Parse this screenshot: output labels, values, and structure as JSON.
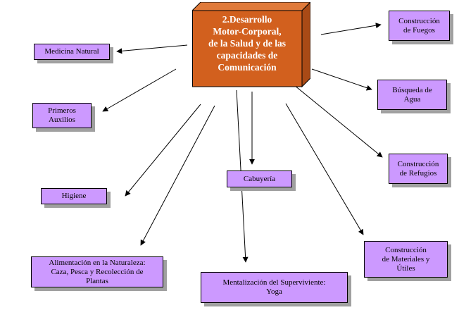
{
  "colors": {
    "center_front": "#d2601e",
    "center_top": "#e07a3a",
    "center_side": "#a94a16",
    "node_fill": "#cc99ff",
    "node_shadow": "#a0a0a0"
  },
  "center": {
    "title": "2.Desarrollo\nMotor-Corporal,\nde la Salud y de las\ncapacidades de\nComunicación"
  },
  "nodes": {
    "medicina": "Medicina Natural",
    "primeros": "Primeros\nAuxilios",
    "higiene": "Higiene",
    "alimentacion": "Alimentación en la Naturaleza:\nCaza, Pesca y Recolección de\nPlantas",
    "mentalizacion": "Mentalización del Superviviente:\nYoga",
    "cabuyeria": "Cabuyería",
    "fuegos": "Construcción\nde Fuegos",
    "agua": "Búsqueda de\nAgua",
    "refugios": "Construcción\nde Refugios",
    "materiales": "Construcción\nde Materiales y\nÚtiles"
  }
}
